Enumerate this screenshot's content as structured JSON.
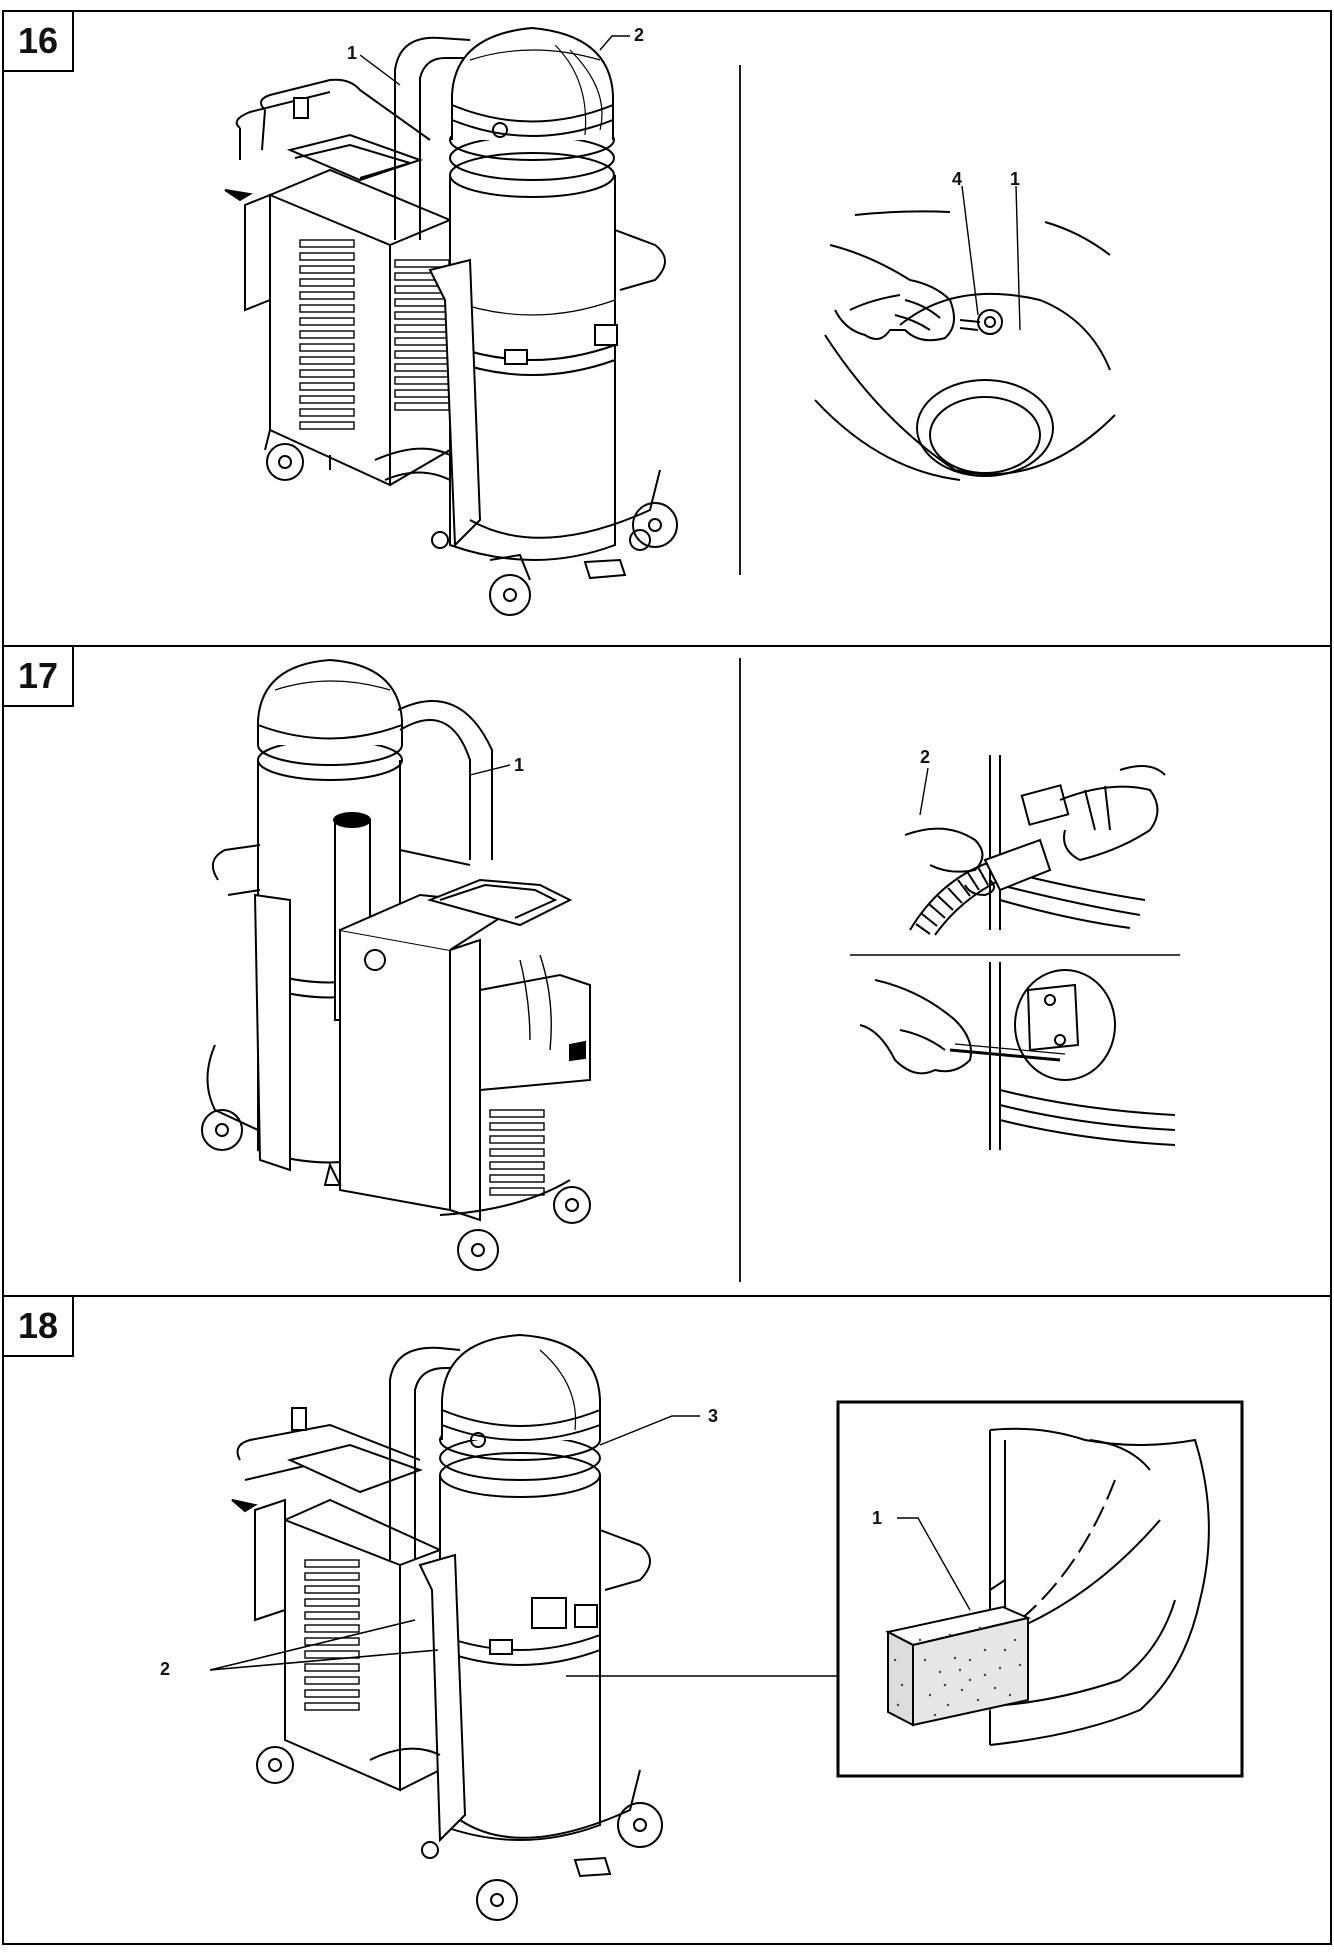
{
  "figures": [
    {
      "number": "16",
      "callouts": {
        "main_1": "1",
        "main_2": "2",
        "detail_4": "4",
        "detail_1": "1"
      }
    },
    {
      "number": "17",
      "callouts": {
        "main_1": "1",
        "detail_2": "2"
      }
    },
    {
      "number": "18",
      "callouts": {
        "main_3": "3",
        "main_2": "2",
        "detail_1": "1"
      }
    }
  ]
}
